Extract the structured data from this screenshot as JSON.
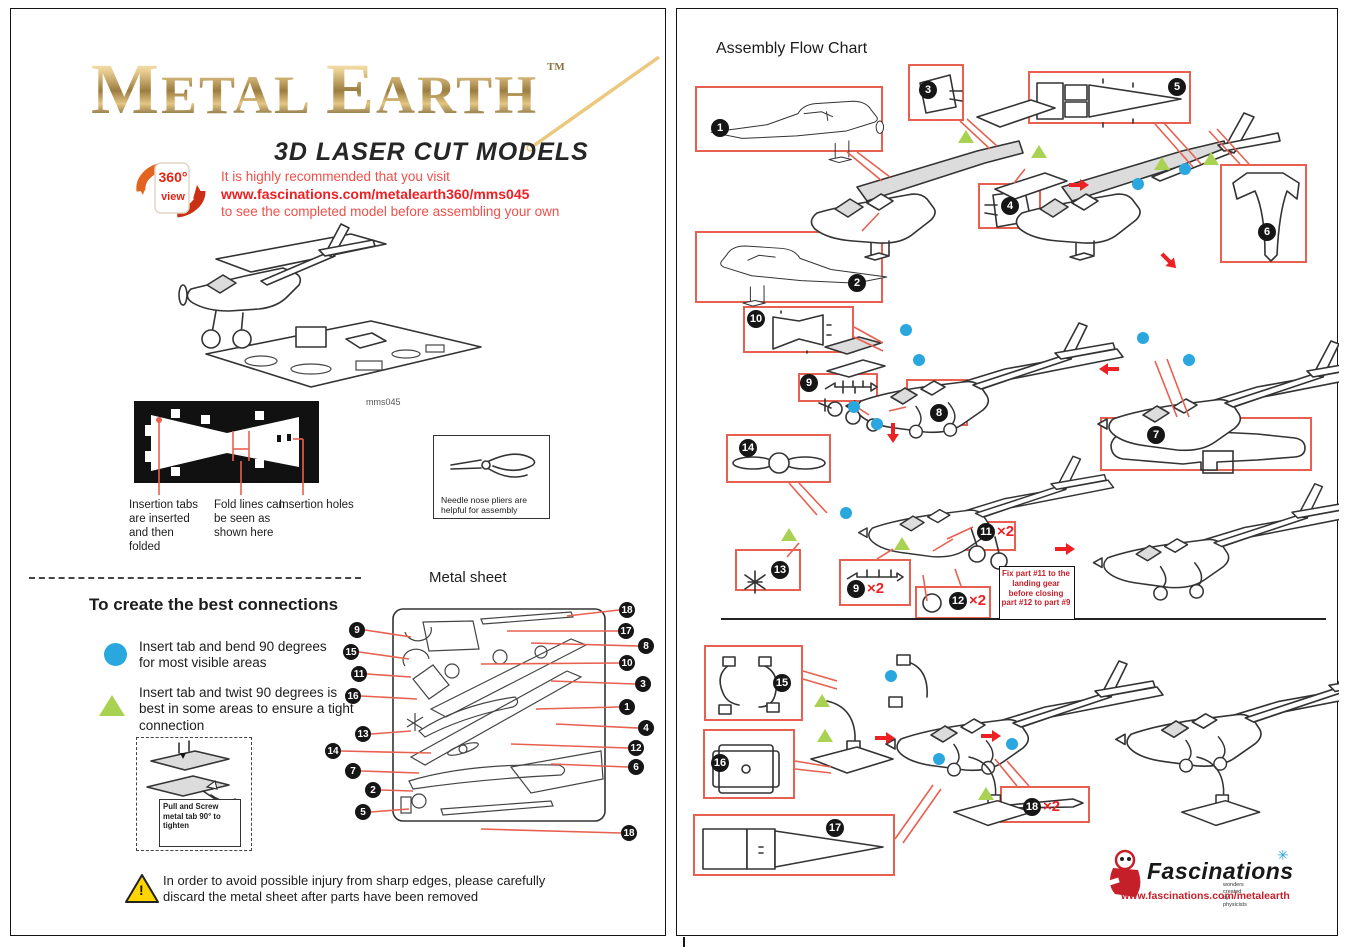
{
  "page_left": {
    "logo": {
      "t1": "M",
      "t2": "ETAL",
      "t3": "E",
      "t4": "ARTH",
      "tm": "TM",
      "subtitle": "3D LASER CUT MODELS"
    },
    "badge_360": {
      "top": "360°",
      "bottom": "view"
    },
    "recommendation": {
      "line1": "It is highly recommended that you visit",
      "url": "www.fascinations.com/metalearth360/mms045",
      "line3": "to see the completed model before assembling your own"
    },
    "model_code": "mms045",
    "tab_labels": {
      "insertion_tabs": "Insertion tabs are inserted and then folded",
      "fold_lines": "Fold lines can be seen as shown here",
      "insertion_holes": "Insertion holes"
    },
    "pliers_note": "Needle nose pliers are helpful for assembly",
    "connections": {
      "heading": "To create the best connections",
      "bend_note": "Insert tab and bend 90 degrees for most visible areas",
      "twist_note": "Insert tab and twist 90 degrees is best in some areas to ensure a tight connection",
      "pull_note": "Pull and Screw metal tab 90° to tighten"
    },
    "metal_sheet_label": "Metal sheet",
    "sheet_callouts_left": [
      "9",
      "15",
      "11",
      "16",
      "13",
      "14",
      "7",
      "2",
      "5"
    ],
    "sheet_callouts_right": [
      "18",
      "17",
      "8",
      "10",
      "3",
      "1",
      "4",
      "12",
      "6",
      "18"
    ],
    "warning_mark": "!",
    "warning": "In order to avoid possible injury from sharp edges, please carefully discard the metal sheet after parts have been removed"
  },
  "page_right": {
    "title": "Assembly Flow Chart",
    "part_labels": {
      "p1": "1",
      "p2": "2",
      "p3": "3",
      "p4": "4",
      "p5": "5",
      "p6": "6",
      "p7": "7",
      "p8": "8",
      "p9": "9",
      "p10": "10",
      "p11": "11",
      "p12": "12",
      "p13": "13",
      "p14": "14",
      "p15": "15",
      "p16": "16",
      "p17": "17",
      "p18": "18"
    },
    "multiplier": "×2",
    "fix_note": "Fix part #11 to the landing gear before closing part #12 to part #9",
    "footer": {
      "brand": "Fascinations",
      "tagline": "wonders created by physicists",
      "url": "www.fascinations.com/metalearth"
    }
  },
  "colors": {
    "accent_red": "#ed2024",
    "part_box_red": "#e8604f",
    "dot_blue": "#2aa7df",
    "triangle_green": "#a9d152",
    "logo_gold": "#bd9a55",
    "warning_yellow": "#ffd500",
    "fascinations_red": "#c5202a"
  }
}
